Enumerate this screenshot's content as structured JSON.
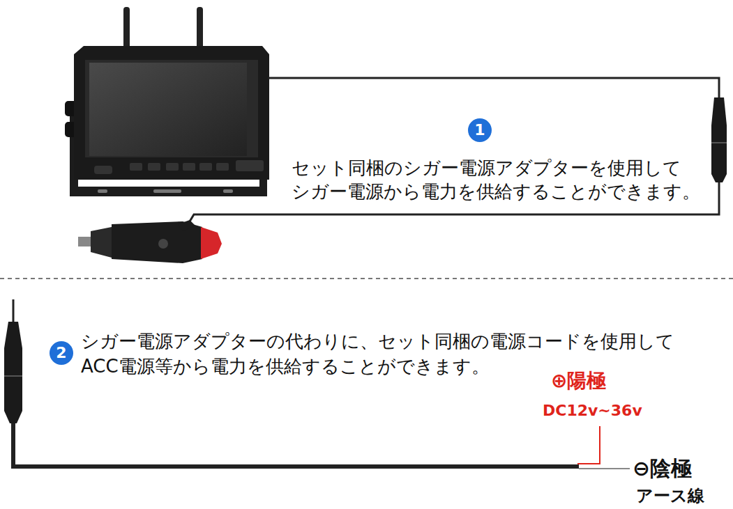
{
  "diagram": {
    "nodes": [
      {
        "text": [
          "1"
        ]
      },
      {
        "text": [
          "2"
        ]
      }
    ],
    "labels": [
      "セット同梱のシガー電源アダプターを使用して シガー電源から電力を供給することができます。",
      "シガー電源アダプターの代わりに、セット同梱の電源コードを使用して ACC電源等から電力を供給することができます。",
      "⊕陽極",
      "DC12v~36v",
      "⊖陰極",
      "アース線"
    ]
  }
}
